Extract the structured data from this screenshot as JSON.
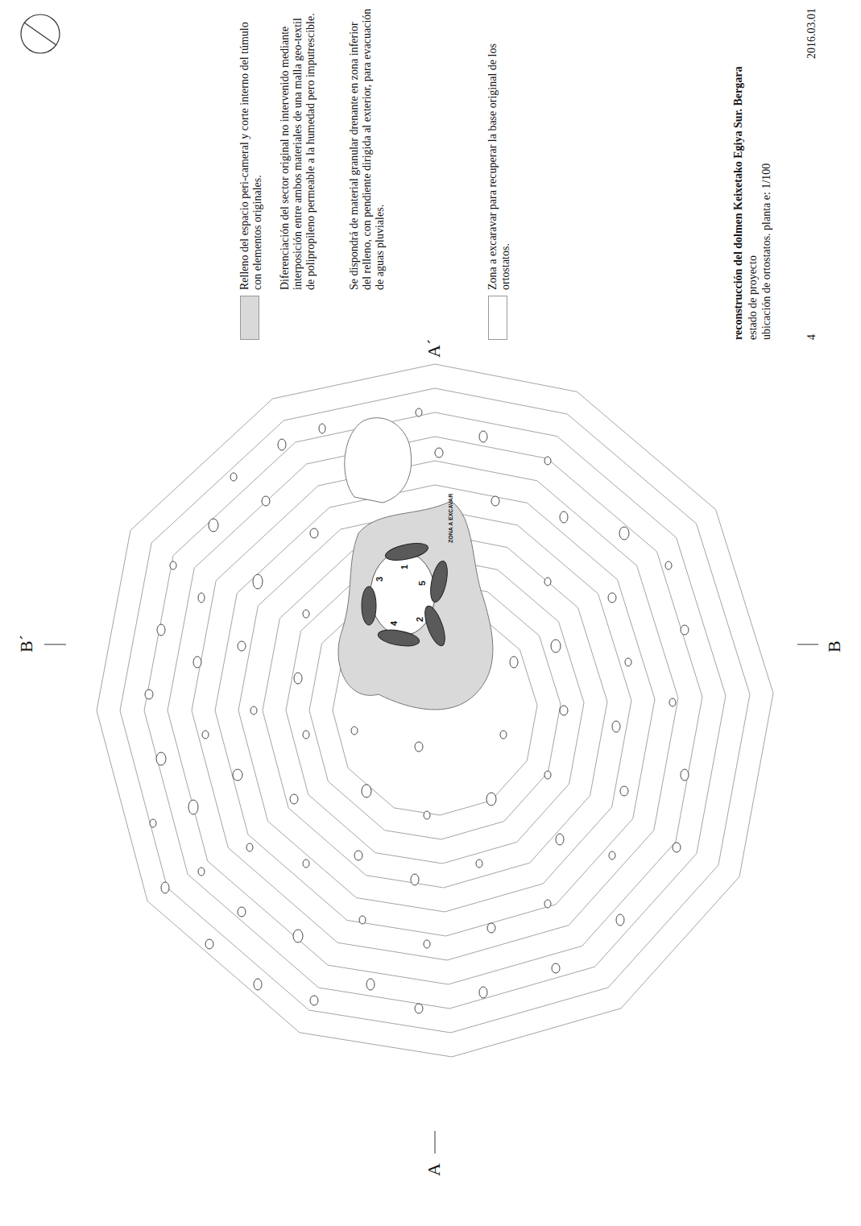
{
  "diagram": {
    "title": "reconstrucción del dolmen Keixetako Egiya Sur. Bergara",
    "labels": [
      "A",
      "A´",
      "B",
      "B´",
      "1",
      "2",
      "3",
      "4",
      "5",
      "ZONA A EXCAVAR",
      "Diferenciación del sector original no intervenido mediante interposición entre ambos materiales de una malla geo-textil de polipropileno permeable a la humedad pero imputrescible.",
      "Se dispondrá de material granular drenante en zona inferior del relleno, con pendiente dirigida al exterior, para evacuación de aguas pluviales.",
      "estado de proyecto",
      "ubicación de ortostatos. planta e: 1/100",
      "4",
      "2016.03.01"
    ],
    "legend": [
      {
        "text": "Relleno del espacio peri-cameral y corte interno del túmulo con elementos originales.",
        "color": "#d9d9d9"
      },
      {
        "text": "Zona a excaravar para recuperar la base original de los ortostatos.",
        "color": "#ffffff"
      }
    ]
  }
}
